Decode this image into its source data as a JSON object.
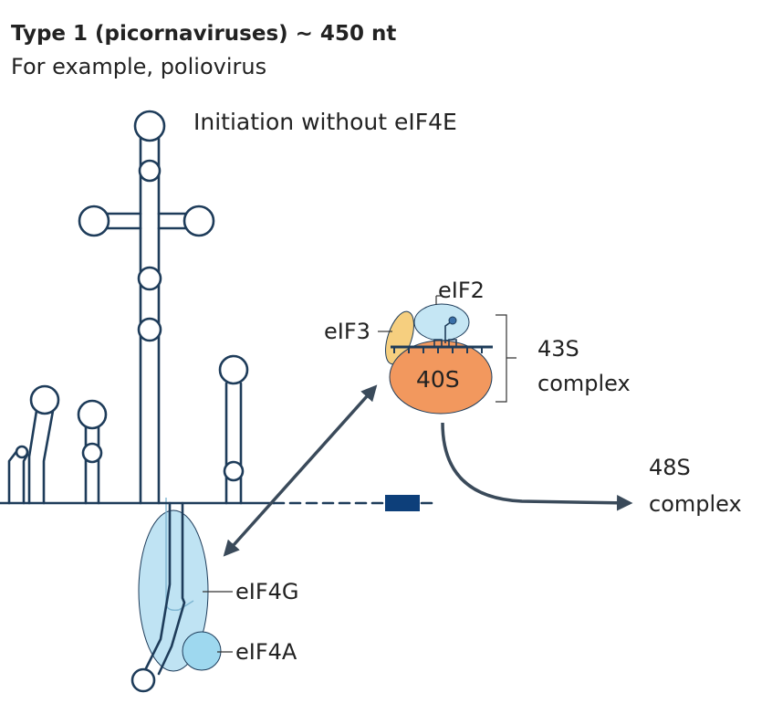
{
  "title": "Type 1 (picornaviruses) ~ 450 nt",
  "subtitle": "For example, poliovirus",
  "mode_label": "Initiation without eIF4E",
  "factors": {
    "eif2": "eIF2",
    "eif3": "eIF3",
    "ribosome_40s": "40S",
    "eif4g": "eIF4G",
    "eif4a": "eIF4A"
  },
  "complex_43s": {
    "line1": "43S",
    "line2": "complex"
  },
  "complex_48s": {
    "line1": "48S",
    "line2": "complex"
  },
  "colors": {
    "rna_line": "#1e3c5a",
    "eif4g_fill": "#bfe3f3",
    "eif4a_fill": "#9ed8ef",
    "eif2_fill": "#c5e6f4",
    "eif3_fill": "#f6cf7f",
    "ribosome_40s_fill": "#f2985e",
    "start_codon": "#0d3f7a",
    "arrows": "#3a4a5a"
  }
}
